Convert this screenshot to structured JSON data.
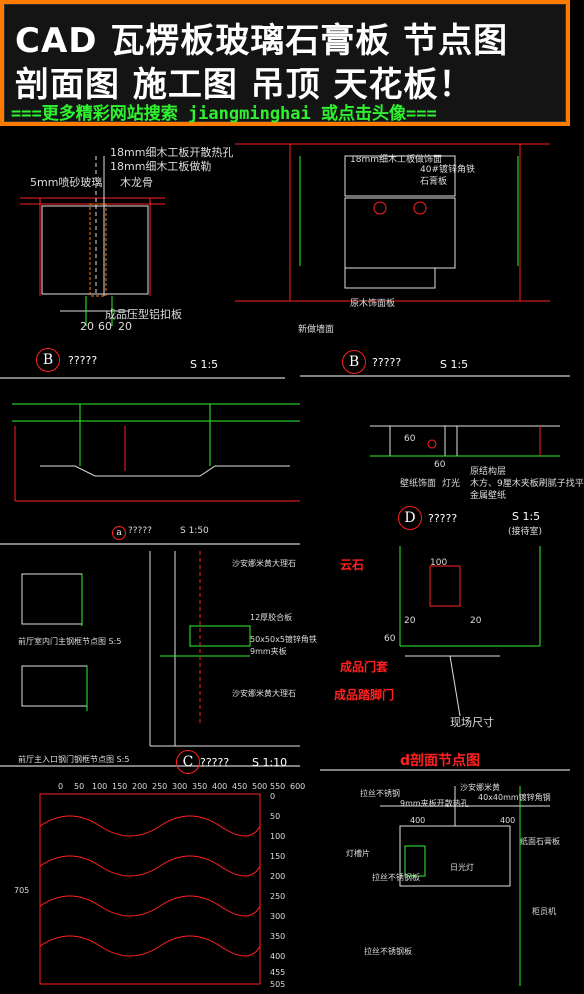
{
  "banner": {
    "line1": "CAD 瓦楞板玻璃石膏板 节点图",
    "line2": "剖面图 施工图 吊顶 天花板！",
    "line3": "===更多精彩网站搜索 jiangminghai 或点击头像==="
  },
  "drawings": {
    "b1": {
      "mark": "B",
      "title": "?????",
      "scale": "S 1:5",
      "labels": [
        "18mm细木工板开散热孔",
        "18mm细木工板做勒",
        "5mm喷砂玻璃",
        "木龙骨",
        "成品压型铝扣板"
      ],
      "dims": [
        "20",
        "60",
        "20"
      ]
    },
    "b2": {
      "mark": "B",
      "title": "?????",
      "scale": "S 1:5",
      "labels": [
        "18mm细木工板做饰面",
        "40#镀锌角铁",
        "石膏板",
        "原木饰面板",
        "新做墙面"
      ]
    },
    "a": {
      "mark": "a",
      "title": "?????",
      "scale": "S 1:50"
    },
    "d": {
      "mark": "D",
      "title": "?????",
      "scale": "S 1:5",
      "note": "(接待室)",
      "labels": [
        "原结构层",
        "木方、9厘木夹板刷腻子找平",
        "金属壁纸",
        "壁纸饰面",
        "灯光"
      ],
      "dims": [
        "60",
        "60"
      ]
    },
    "left_small": {
      "labels": [
        "前厅室内门主钢框节点图 S:5",
        "前厅主入口钢门钢框节点图 S:5"
      ]
    },
    "c": {
      "mark": "C",
      "title": "?????",
      "scale": "S 1:10",
      "labels": [
        "沙安娜米黄大理石",
        "12厚胶合板",
        "50x50x5镀锌角铁",
        "9mm夹板",
        "沙安娜米黄大理石"
      ]
    },
    "door": {
      "title": "d剖面节点图",
      "labels": [
        "云石",
        "成品门套",
        "成品踏脚门",
        "现场尺寸"
      ],
      "dims": [
        "100",
        "20",
        "20",
        "60"
      ]
    },
    "grid": {
      "x_ticks": [
        "0",
        "50",
        "100",
        "150",
        "200",
        "250",
        "300",
        "350",
        "400",
        "450",
        "500",
        "550",
        "600"
      ],
      "y_ticks": [
        "0",
        "50",
        "100",
        "150",
        "200",
        "250",
        "300",
        "350",
        "400",
        "455",
        "505"
      ],
      "side": "705"
    },
    "ceiling": {
      "labels": [
        "拉丝不锈钢",
        "沙安娜米黄",
        "40x40mm镀锌角钢",
        "9mm夹板开散热孔",
        "纸面石膏板",
        "灯槽片",
        "日光灯",
        "拉丝不锈钢板",
        "拉丝不锈钢板",
        "柜员机"
      ],
      "dims": [
        "400",
        "400"
      ]
    }
  },
  "colors": {
    "banner_border": "#ff7a00",
    "green": "#2ff22f",
    "red": "#ff2020",
    "bg": "#000000"
  }
}
